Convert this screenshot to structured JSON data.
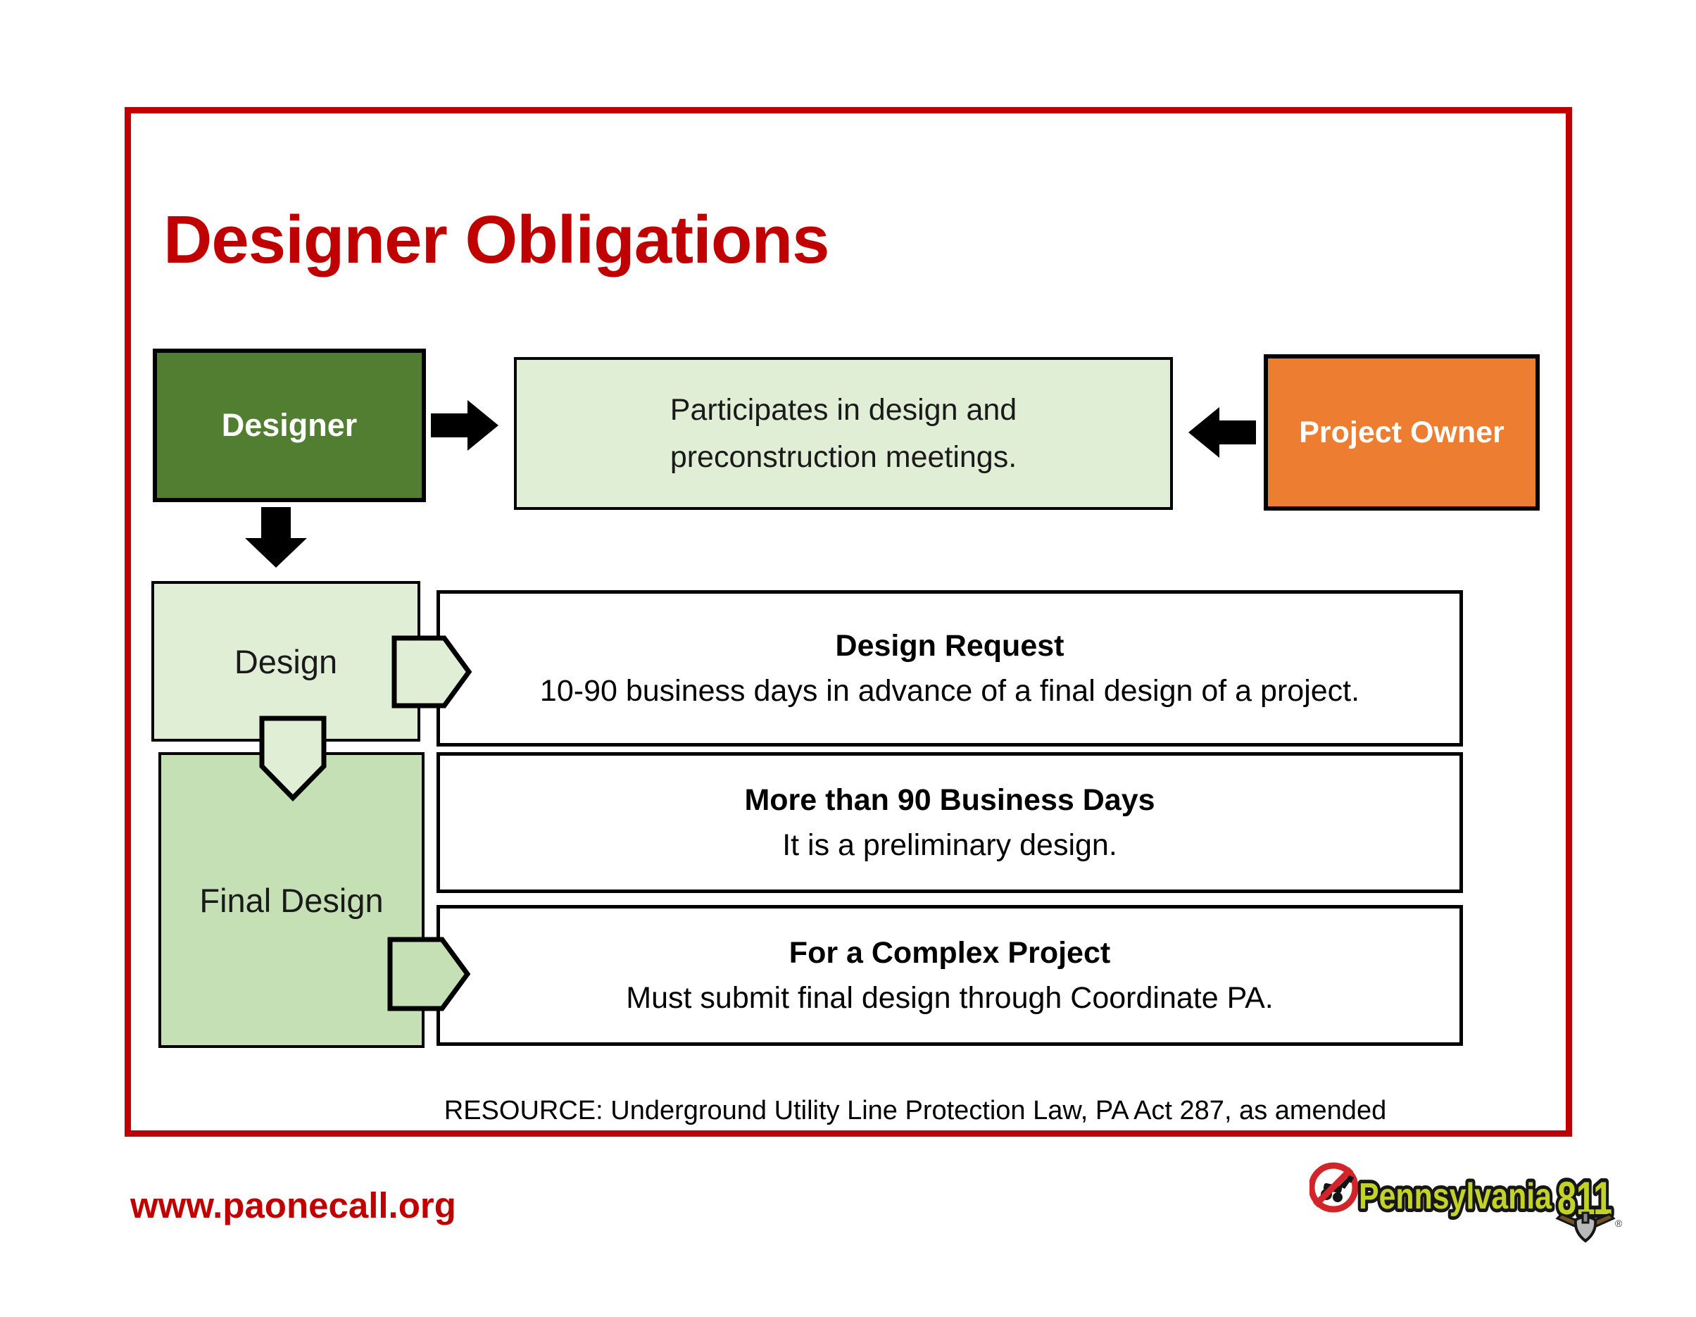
{
  "slide": {
    "title": "Designer Obligations",
    "flow": {
      "designer_label": "Designer",
      "participates_lines": [
        "Participates in design and",
        "preconstruction meetings."
      ],
      "project_owner_label": "Project Owner",
      "design_label": "Design",
      "final_design_label": "Final Design",
      "callouts": [
        {
          "title": "Design Request",
          "body": "10-90 business days in advance of a final design of a project."
        },
        {
          "title": "More than 90 Business Days",
          "body": "It is a preliminary design."
        },
        {
          "title": "For a Complex Project",
          "body": "Must submit final design through Coordinate PA."
        }
      ]
    },
    "resource_note": "RESOURCE: Underground Utility Line Protection Law, PA Act 287, as amended",
    "footer": {
      "website": "www.paonecall.org",
      "logo": {
        "state": "Pennsylvania",
        "number": "811",
        "registered_mark": "®"
      }
    },
    "colors": {
      "accent_red": "#c00000",
      "designer_green": "#527e32",
      "light_green": "#e1eed6",
      "medium_green": "#c5e0b4",
      "owner_orange": "#ed7d31",
      "logo_chartreuse": "#c3d227",
      "arrow_black": "#000000"
    },
    "icons": {
      "arrow-right-icon": "black block arrow pointing right",
      "arrow-left-icon": "black block arrow pointing left",
      "arrow-down-icon": "black block arrow pointing down",
      "pentagon-arrow-right-icon": "green pentagon arrow pointing right",
      "pentagon-arrow-down-icon": "green pentagon arrow pointing down",
      "no-dig-icon": "red prohibition circle over excavator",
      "shovel-icon": "shovel digging into ground"
    }
  }
}
